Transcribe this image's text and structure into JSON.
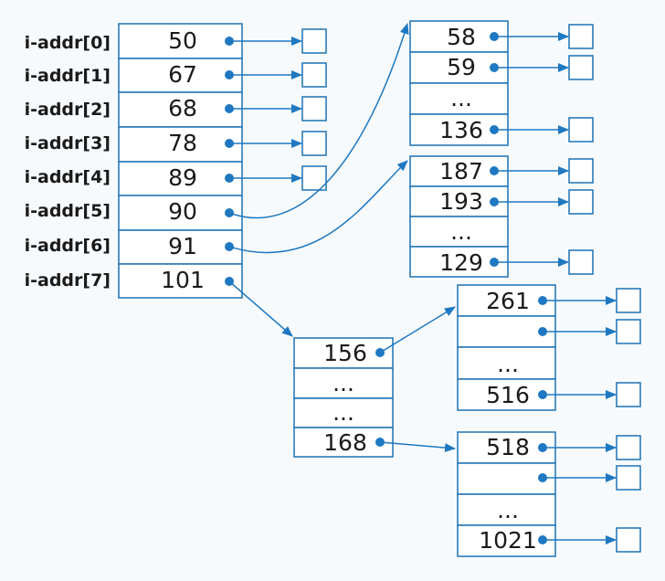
{
  "colors": {
    "line": "#2a7ab8",
    "arrow": "#1f78c1",
    "text": "#1a1a1a",
    "background": "#f7fafc"
  },
  "inode": {
    "labels": [
      "i-addr[0]",
      "i-addr[1]",
      "i-addr[2]",
      "i-addr[3]",
      "i-addr[4]",
      "i-addr[5]",
      "i-addr[6]",
      "i-addr[7]"
    ],
    "values": [
      "50",
      "67",
      "68",
      "78",
      "89",
      "90",
      "91",
      "101"
    ]
  },
  "single_indirect_1": {
    "values": [
      "58",
      "59",
      "...",
      "136"
    ]
  },
  "single_indirect_2": {
    "values": [
      "187",
      "193",
      "...",
      "129"
    ]
  },
  "double_indirect": {
    "values": [
      "156",
      "...",
      "...",
      "168"
    ]
  },
  "second_level_1": {
    "values": [
      "261",
      "",
      "...",
      "516"
    ]
  },
  "second_level_2": {
    "values": [
      "518",
      "",
      "...",
      "1021"
    ]
  }
}
